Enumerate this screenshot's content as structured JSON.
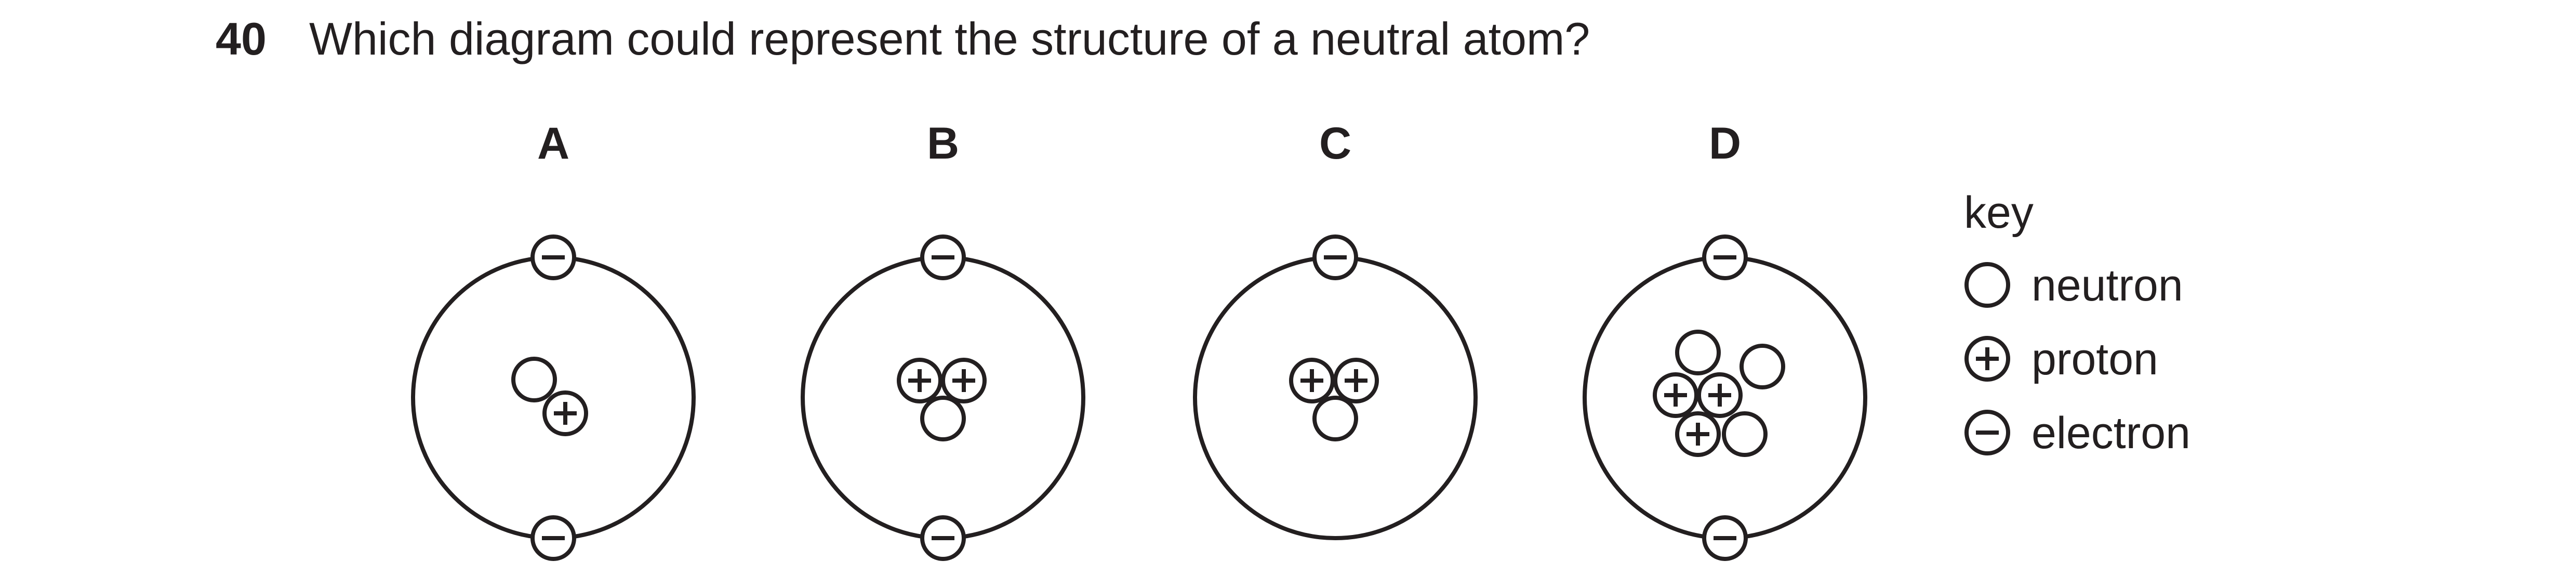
{
  "question": {
    "number": "40",
    "text": "Which diagram could represent the structure of a neutral atom?"
  },
  "options": [
    {
      "label": "A",
      "electrons": 2,
      "protons": 1,
      "neutrons": 1
    },
    {
      "label": "B",
      "electrons": 2,
      "protons": 2,
      "neutrons": 1
    },
    {
      "label": "C",
      "electrons": 1,
      "protons": 2,
      "neutrons": 1
    },
    {
      "label": "D",
      "electrons": 2,
      "protons": 3,
      "neutrons": 3
    }
  ],
  "key": {
    "title": "key",
    "items": [
      {
        "symbol": "neutron-symbol",
        "label": "neutron"
      },
      {
        "symbol": "proton-symbol",
        "label": "proton"
      },
      {
        "symbol": "electron-symbol",
        "label": "electron"
      }
    ]
  },
  "colors": {
    "ink": "#231f20",
    "background": "#ffffff"
  }
}
